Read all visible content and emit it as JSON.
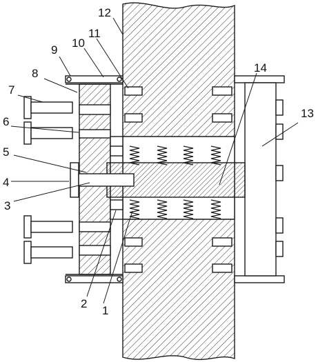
{
  "figure": {
    "callouts": [
      {
        "id": "1",
        "text": "1"
      },
      {
        "id": "2",
        "text": "2"
      },
      {
        "id": "3",
        "text": "3"
      },
      {
        "id": "4",
        "text": "4"
      },
      {
        "id": "5",
        "text": "5"
      },
      {
        "id": "6",
        "text": "6"
      },
      {
        "id": "7",
        "text": "7"
      },
      {
        "id": "8",
        "text": "8"
      },
      {
        "id": "9",
        "text": "9"
      },
      {
        "id": "10",
        "text": "10"
      },
      {
        "id": "11",
        "text": "11"
      },
      {
        "id": "12",
        "text": "12"
      },
      {
        "id": "13",
        "text": "13"
      },
      {
        "id": "14",
        "text": "14"
      }
    ],
    "colors": {
      "stroke": "#1a1a1a",
      "fill": "#ffffff",
      "hatch": "#333333"
    }
  }
}
